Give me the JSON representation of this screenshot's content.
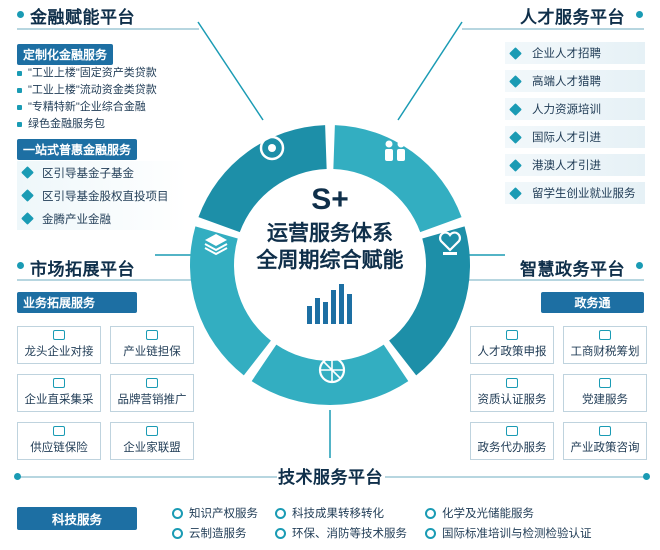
{
  "center": {
    "title": "S+",
    "line1": "运营服务体系",
    "line2": "全周期综合赋能"
  },
  "finance": {
    "title": "金融赋能平台",
    "sec1_title": "定制化金融服务",
    "sec1_items": [
      "\"工业上楼\"固定资产类贷款",
      "\"工业上楼\"流动资金类贷款",
      "\"专精特新\"企业综合金融",
      "绿色金融服务包"
    ],
    "sec2_title": "一站式普惠金融服务",
    "sec2_items": [
      "区引导基金子基金",
      "区引导基金股权直投项目",
      "金腾产业金融"
    ]
  },
  "talent": {
    "title": "人才服务平台",
    "items": [
      "企业人才招聘",
      "高端人才猎聘",
      "人力资源培训",
      "国际人才引进",
      "港澳人才引进",
      "留学生创业就业服务"
    ]
  },
  "market": {
    "title": "市场拓展平台",
    "tag": "业务拓展服务",
    "items": [
      "龙头企业对接",
      "产业链担保",
      "企业直采集采",
      "品牌营销推广",
      "供应链保险",
      "企业家联盟"
    ]
  },
  "gov": {
    "title": "智慧政务平台",
    "tag": "政务通",
    "items": [
      "人才政策申报",
      "工商财税筹划",
      "资质认证服务",
      "党建服务",
      "政务代办服务",
      "产业政策咨询"
    ]
  },
  "tech": {
    "title": "技术服务平台",
    "tag": "科技服务",
    "items": [
      "知识产权服务",
      "科技成果转移转化",
      "化学及光储能服务",
      "云制造服务",
      "环保、消防等技术服务",
      "国际标准培训与检测检验认证"
    ]
  },
  "colors": {
    "ring_dark": "#1d8fa8",
    "ring_light": "#33aec1",
    "accent": "#1d6fa3",
    "bar": "#1d6fa3"
  },
  "icons": [
    "finance-icon",
    "talent-icon",
    "gov-icon",
    "tech-icon",
    "market-icon",
    "chart-icon"
  ]
}
